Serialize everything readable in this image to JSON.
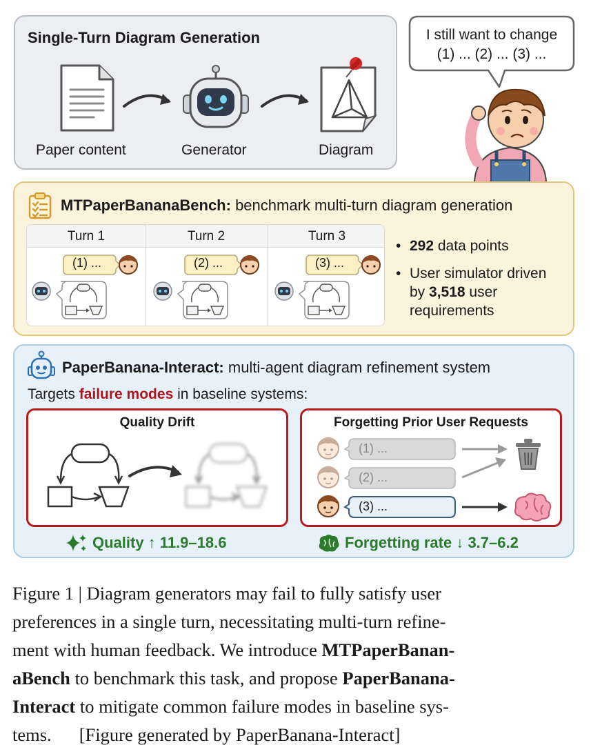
{
  "panel1": {
    "title": "Single-Turn Diagram Generation",
    "steps": [
      "Paper content",
      "Generator",
      "Diagram"
    ]
  },
  "bubble": {
    "line1": "I still want to change",
    "line2": "(1) ... (2) ... (3) ..."
  },
  "panel2": {
    "title_bold": "MTPaperBananaBench:",
    "title_rest": " benchmark multi-turn diagram generation",
    "turns": [
      {
        "label": "Turn 1",
        "request": "(1) ..."
      },
      {
        "label": "Turn 2",
        "request": "(2) ..."
      },
      {
        "label": "Turn 3",
        "request": "(3) ..."
      }
    ],
    "bullet1": {
      "num": "292",
      "text": " data points"
    },
    "bullet2": {
      "pre": "User simulator driven",
      "pre2": "by ",
      "num": "3,518",
      "post": " user",
      "post2": "requirements"
    }
  },
  "panel3": {
    "title_bold": "PaperBanana-Interact:",
    "title_rest": " multi-agent diagram refinement system",
    "sub_pre": "Targets ",
    "sub_highlight": "failure modes",
    "sub_post": " in baseline systems:",
    "drift_title": "Quality Drift",
    "forget_title": "Forgetting Prior User Requests",
    "requests": [
      "(1) ...",
      "(2) ...",
      "(3) ..."
    ],
    "metric_quality": "Quality ↑ 11.9–18.6",
    "metric_forget": "Forgetting rate ↓ 3.7–6.2"
  },
  "caption": {
    "lines": [
      "Figure 1 | Diagram generators may fail to fully satisfy user",
      "preferences in a single turn, necessitating multi-turn refine-",
      "ment with human feedback. We introduce ",
      "MTPaperBanan-",
      "aBench",
      " to benchmark this task, and propose ",
      "PaperBanana-",
      "Interact",
      " to mitigate common failure modes in baseline sys-",
      "tems.",
      "[Figure generated by PaperBanana-Interact]"
    ]
  },
  "colors": {
    "accent_red": "#b3121b",
    "metric_green": "#2c7a2c",
    "panel_gold": "#fcf3dc",
    "panel_blue": "#e7f1f9"
  }
}
